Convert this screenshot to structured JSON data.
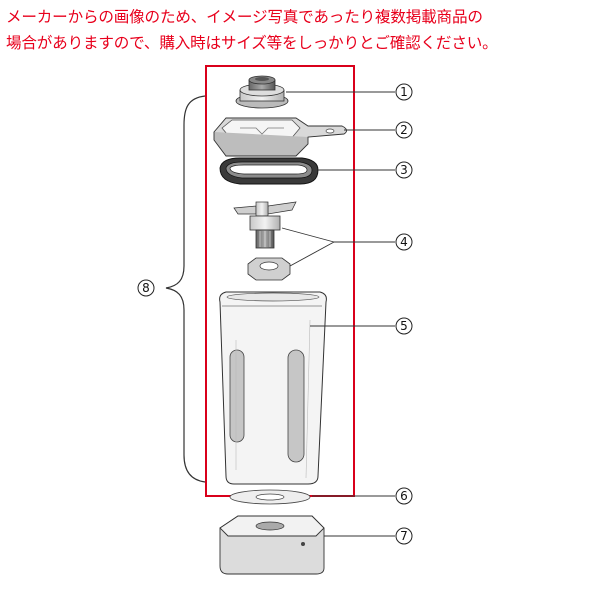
{
  "notice": {
    "line1": "メーカーからの画像のため、イメージ写真であったり複数掲載商品の",
    "line2": "場合がありますので、購入時はサイズ等をしっかりとご確認ください。",
    "color": "#e8001c"
  },
  "callouts": [
    {
      "id": "1",
      "label": "①"
    },
    {
      "id": "2",
      "label": "②"
    },
    {
      "id": "3",
      "label": "③"
    },
    {
      "id": "4",
      "label": "④"
    },
    {
      "id": "5",
      "label": "⑤"
    },
    {
      "id": "6",
      "label": "⑥"
    },
    {
      "id": "7",
      "label": "⑦"
    },
    {
      "id": "8",
      "label": "⑧"
    }
  ],
  "highlight_color": "#d9001b"
}
